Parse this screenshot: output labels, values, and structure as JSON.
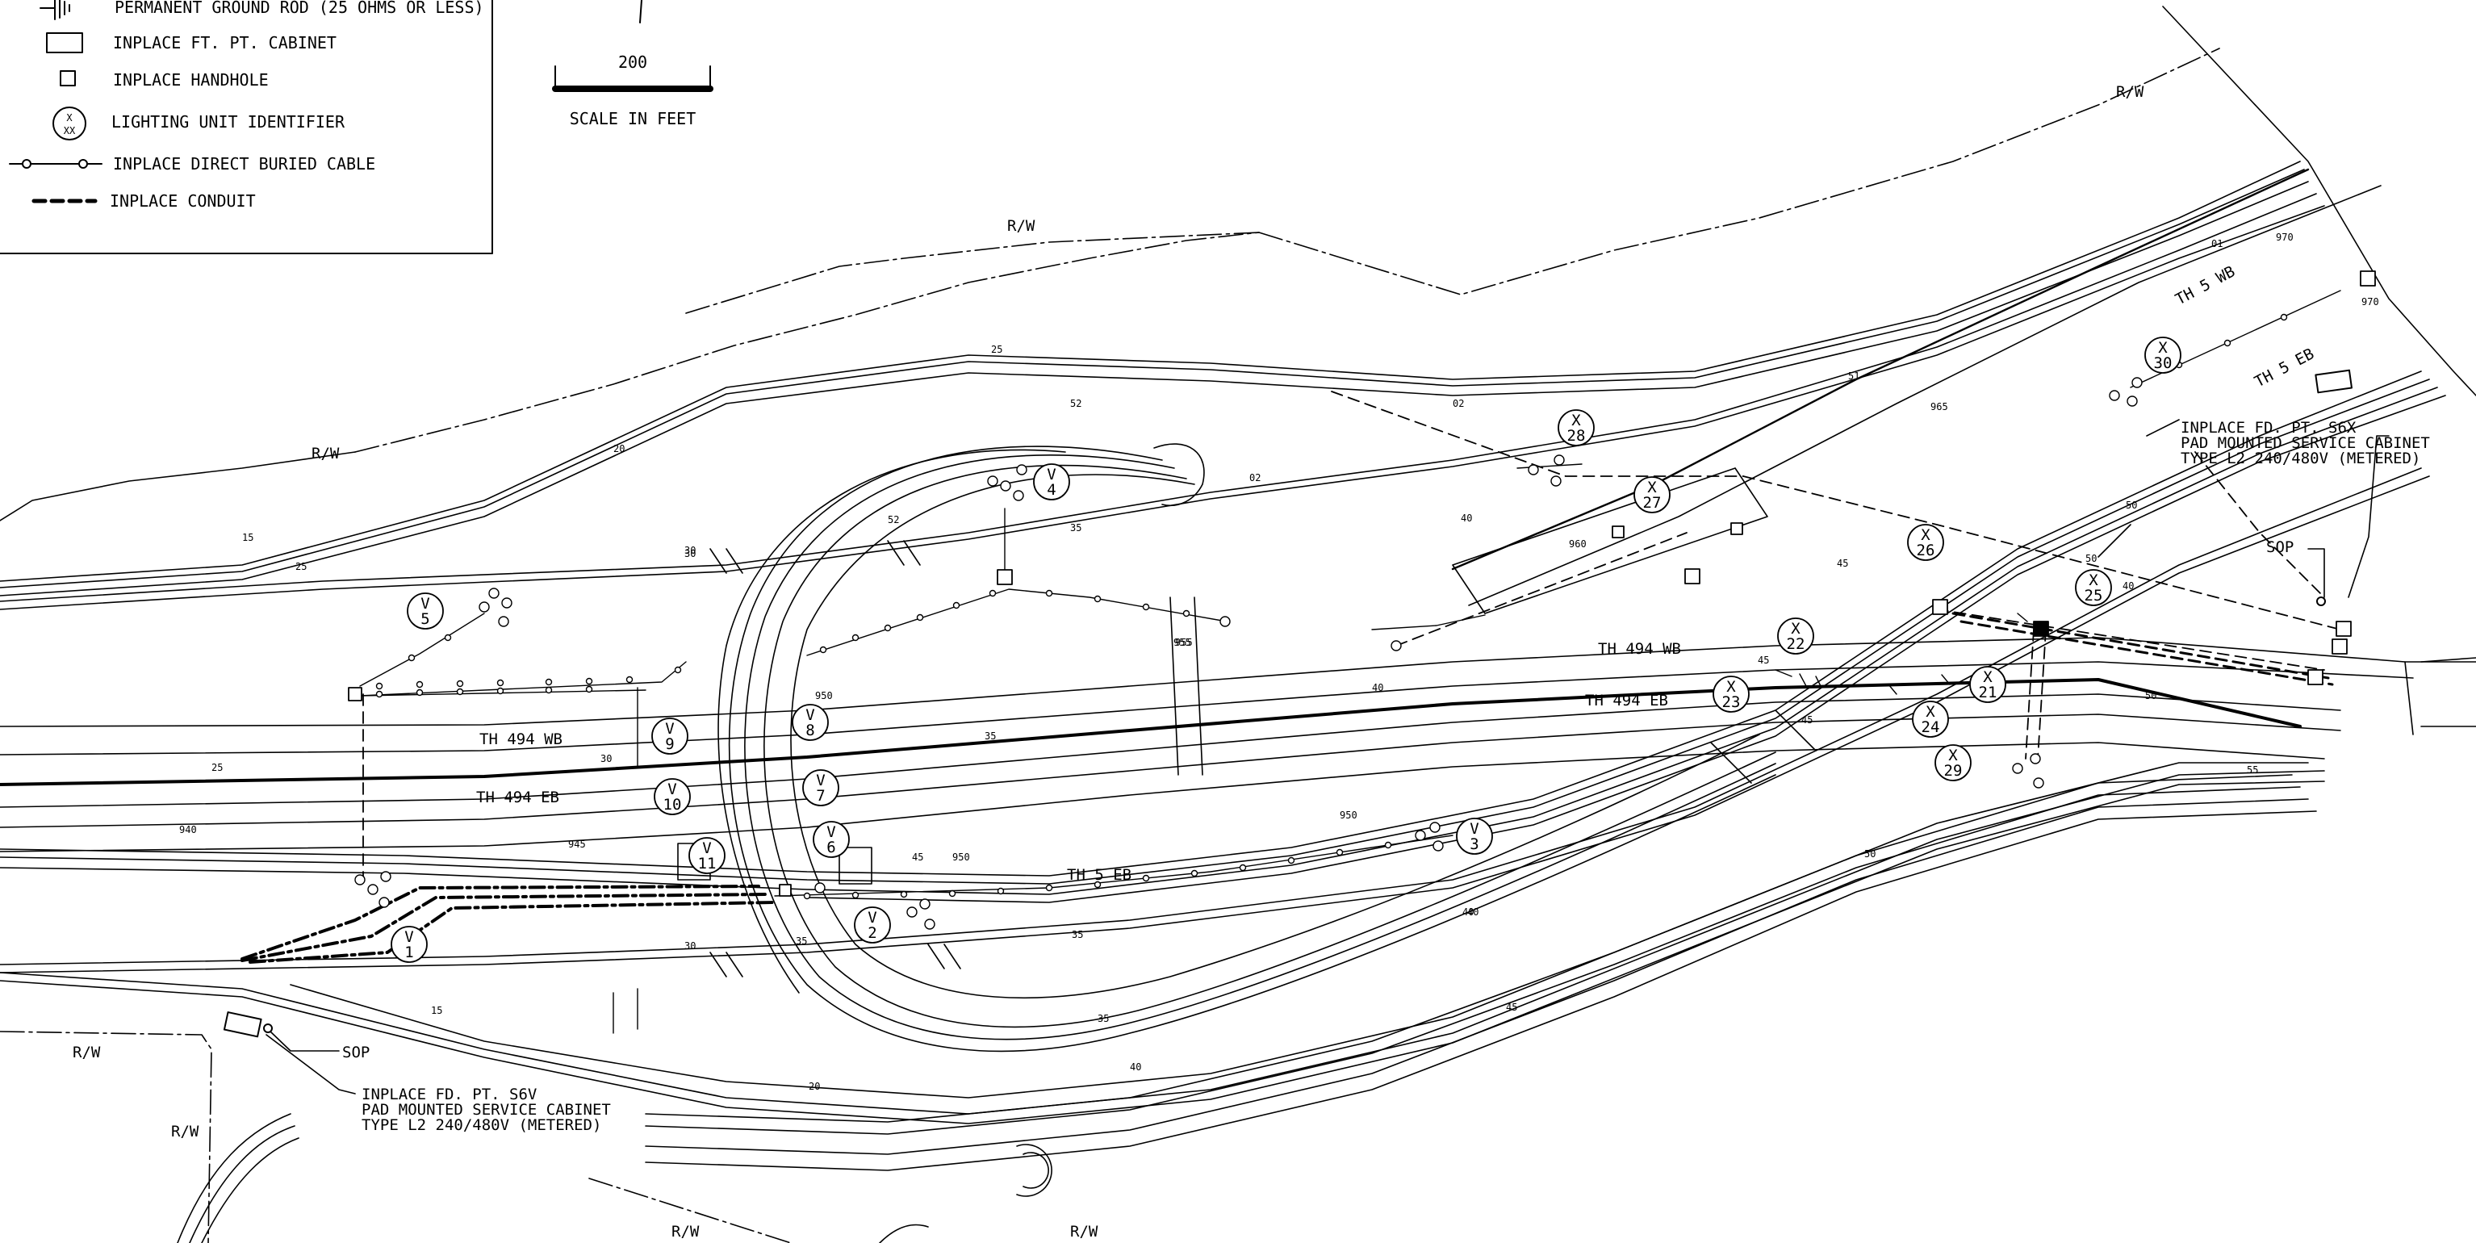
{
  "legend": {
    "items": [
      {
        "symbol": "ground-rod",
        "label": "PERMANENT GROUND ROD (25 OHMS OR LESS)"
      },
      {
        "symbol": "cabinet",
        "label": "INPLACE FT. PT. CABINET"
      },
      {
        "symbol": "handhole",
        "label": "INPLACE HANDHOLE"
      },
      {
        "symbol": "lighting-unit",
        "label": "LIGHTING UNIT IDENTIFIER",
        "top": "X",
        "bottom": "XX"
      },
      {
        "symbol": "direct-buried-cable",
        "label": "INPLACE DIRECT BURIED CABLE"
      },
      {
        "symbol": "conduit",
        "label": "INPLACE CONDUIT"
      }
    ]
  },
  "scale": {
    "value": "200",
    "caption": "SCALE IN FEET"
  },
  "roads": {
    "th494_wb": "TH 494 WB",
    "th494_eb": "TH 494 EB",
    "th494_wb_east": "TH 494 WB",
    "th494_eb_east": "TH 494 EB",
    "th5_wb": "TH 5 WB",
    "th5_eb": "TH 5 EB",
    "th5_eb_ramp": "TH 5 EB"
  },
  "rw_labels": [
    "R/W",
    "R/W",
    "R/W",
    "R/W",
    "R/W",
    "R/W",
    "R/W"
  ],
  "stations": [
    "15",
    "20",
    "25",
    "25",
    "30",
    "25",
    "30",
    "35",
    "40",
    "45",
    "50",
    "55",
    "940",
    "945",
    "950",
    "950",
    "955",
    "960",
    "965",
    "970",
    "970",
    "30",
    "35",
    "40",
    "45",
    "50",
    "52",
    "02",
    "01",
    "35",
    "40",
    "45",
    "50",
    "15",
    "20",
    "35",
    "40",
    "30",
    "35",
    "40",
    "52",
    "950",
    "955",
    "45",
    "02",
    "51",
    "45",
    "40",
    "50"
  ],
  "cabinets": {
    "s6v": {
      "sop": "SOP",
      "lines": [
        "INPLACE FD. PT. S6V",
        "PAD MOUNTED SERVICE CABINET",
        "TYPE L2 240/480V (METERED)"
      ]
    },
    "s6x": {
      "sop": "SOP",
      "lines": [
        "INPLACE FD. PT. S6X",
        "PAD MOUNTED SERVICE CABINET",
        "TYPE L2 240/480V (METERED)"
      ]
    }
  },
  "lighting_units": [
    {
      "top": "V",
      "num": "1"
    },
    {
      "top": "V",
      "num": "2"
    },
    {
      "top": "V",
      "num": "3"
    },
    {
      "top": "V",
      "num": "4"
    },
    {
      "top": "V",
      "num": "5"
    },
    {
      "top": "V",
      "num": "6"
    },
    {
      "top": "V",
      "num": "7"
    },
    {
      "top": "V",
      "num": "8"
    },
    {
      "top": "V",
      "num": "9"
    },
    {
      "top": "V",
      "num": "10"
    },
    {
      "top": "V",
      "num": "11"
    },
    {
      "top": "X",
      "num": "21"
    },
    {
      "top": "X",
      "num": "22"
    },
    {
      "top": "X",
      "num": "23"
    },
    {
      "top": "X",
      "num": "24"
    },
    {
      "top": "X",
      "num": "25"
    },
    {
      "top": "X",
      "num": "26"
    },
    {
      "top": "X",
      "num": "27"
    },
    {
      "top": "X",
      "num": "28"
    },
    {
      "top": "X",
      "num": "29"
    },
    {
      "top": "X",
      "num": "30"
    }
  ]
}
